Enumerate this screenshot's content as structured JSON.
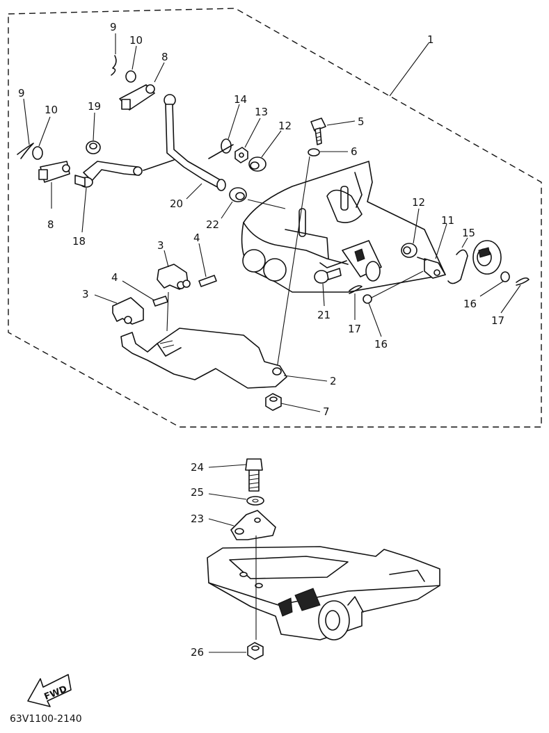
{
  "callouts": [
    {
      "id": "c1",
      "text": "1"
    },
    {
      "id": "c9a",
      "text": "9"
    },
    {
      "id": "c10a",
      "text": "10"
    },
    {
      "id": "c8a",
      "text": "8"
    },
    {
      "id": "c9b",
      "text": "9"
    },
    {
      "id": "c10b",
      "text": "10"
    },
    {
      "id": "c19",
      "text": "19"
    },
    {
      "id": "c14",
      "text": "14"
    },
    {
      "id": "c13",
      "text": "13"
    },
    {
      "id": "c12a",
      "text": "12"
    },
    {
      "id": "c5",
      "text": "5"
    },
    {
      "id": "c6",
      "text": "6"
    },
    {
      "id": "c8b",
      "text": "8"
    },
    {
      "id": "c18",
      "text": "18"
    },
    {
      "id": "c20",
      "text": "20"
    },
    {
      "id": "c22",
      "text": "22"
    },
    {
      "id": "c12b",
      "text": "12"
    },
    {
      "id": "c11",
      "text": "11"
    },
    {
      "id": "c15",
      "text": "15"
    },
    {
      "id": "c3a",
      "text": "3"
    },
    {
      "id": "c4a",
      "text": "4"
    },
    {
      "id": "c4b",
      "text": "4"
    },
    {
      "id": "c3b",
      "text": "3"
    },
    {
      "id": "c21",
      "text": "21"
    },
    {
      "id": "c17a",
      "text": "17"
    },
    {
      "id": "c16a",
      "text": "16"
    },
    {
      "id": "c16b",
      "text": "16"
    },
    {
      "id": "c17b",
      "text": "17"
    },
    {
      "id": "c2",
      "text": "2"
    },
    {
      "id": "c7",
      "text": "7"
    },
    {
      "id": "c24",
      "text": "24"
    },
    {
      "id": "c25",
      "text": "25"
    },
    {
      "id": "c23",
      "text": "23"
    },
    {
      "id": "c26",
      "text": "26"
    }
  ],
  "fwd_label": "FWD",
  "diagram_code": "63V1100-2140"
}
